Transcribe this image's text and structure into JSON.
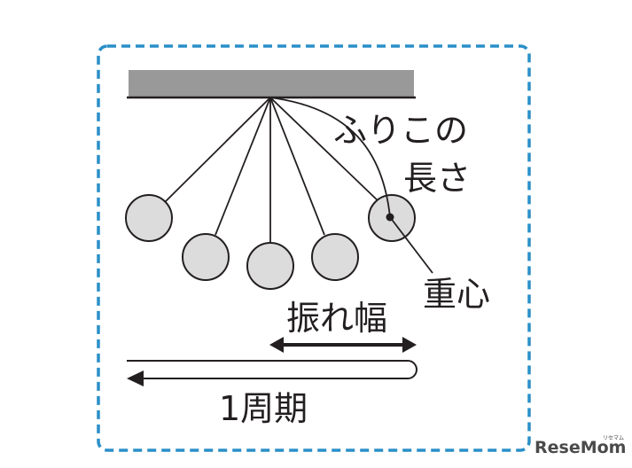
{
  "labels": {
    "pendulum_length_line1": "ふりこの",
    "pendulum_length_line2": "長さ",
    "center_of_gravity": "重心",
    "amplitude": "振れ幅",
    "period": "1周期"
  },
  "watermark": {
    "text": "ReseMom",
    "kana": "リセマム"
  },
  "colors": {
    "frame_border": "#2a8fc8",
    "ceiling": "#999999",
    "line": "#231f20",
    "bob_fill": "#dcdcdc",
    "bob_stroke": "#231f20"
  }
}
